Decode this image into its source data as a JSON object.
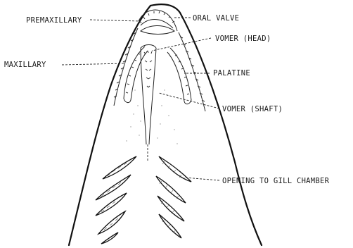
{
  "labels": {
    "premaxillary": "PREMAXILLARY",
    "oral_valve": "ORAL VALVE",
    "vomer_head": "VOMER (HEAD)",
    "maxillary": "MAXILLARY",
    "palatine": "PALATINE",
    "vomer_shaft": "VOMER  (SHAFT)",
    "gill_opening": "OPENING TO GILL CHAMBER"
  }
}
